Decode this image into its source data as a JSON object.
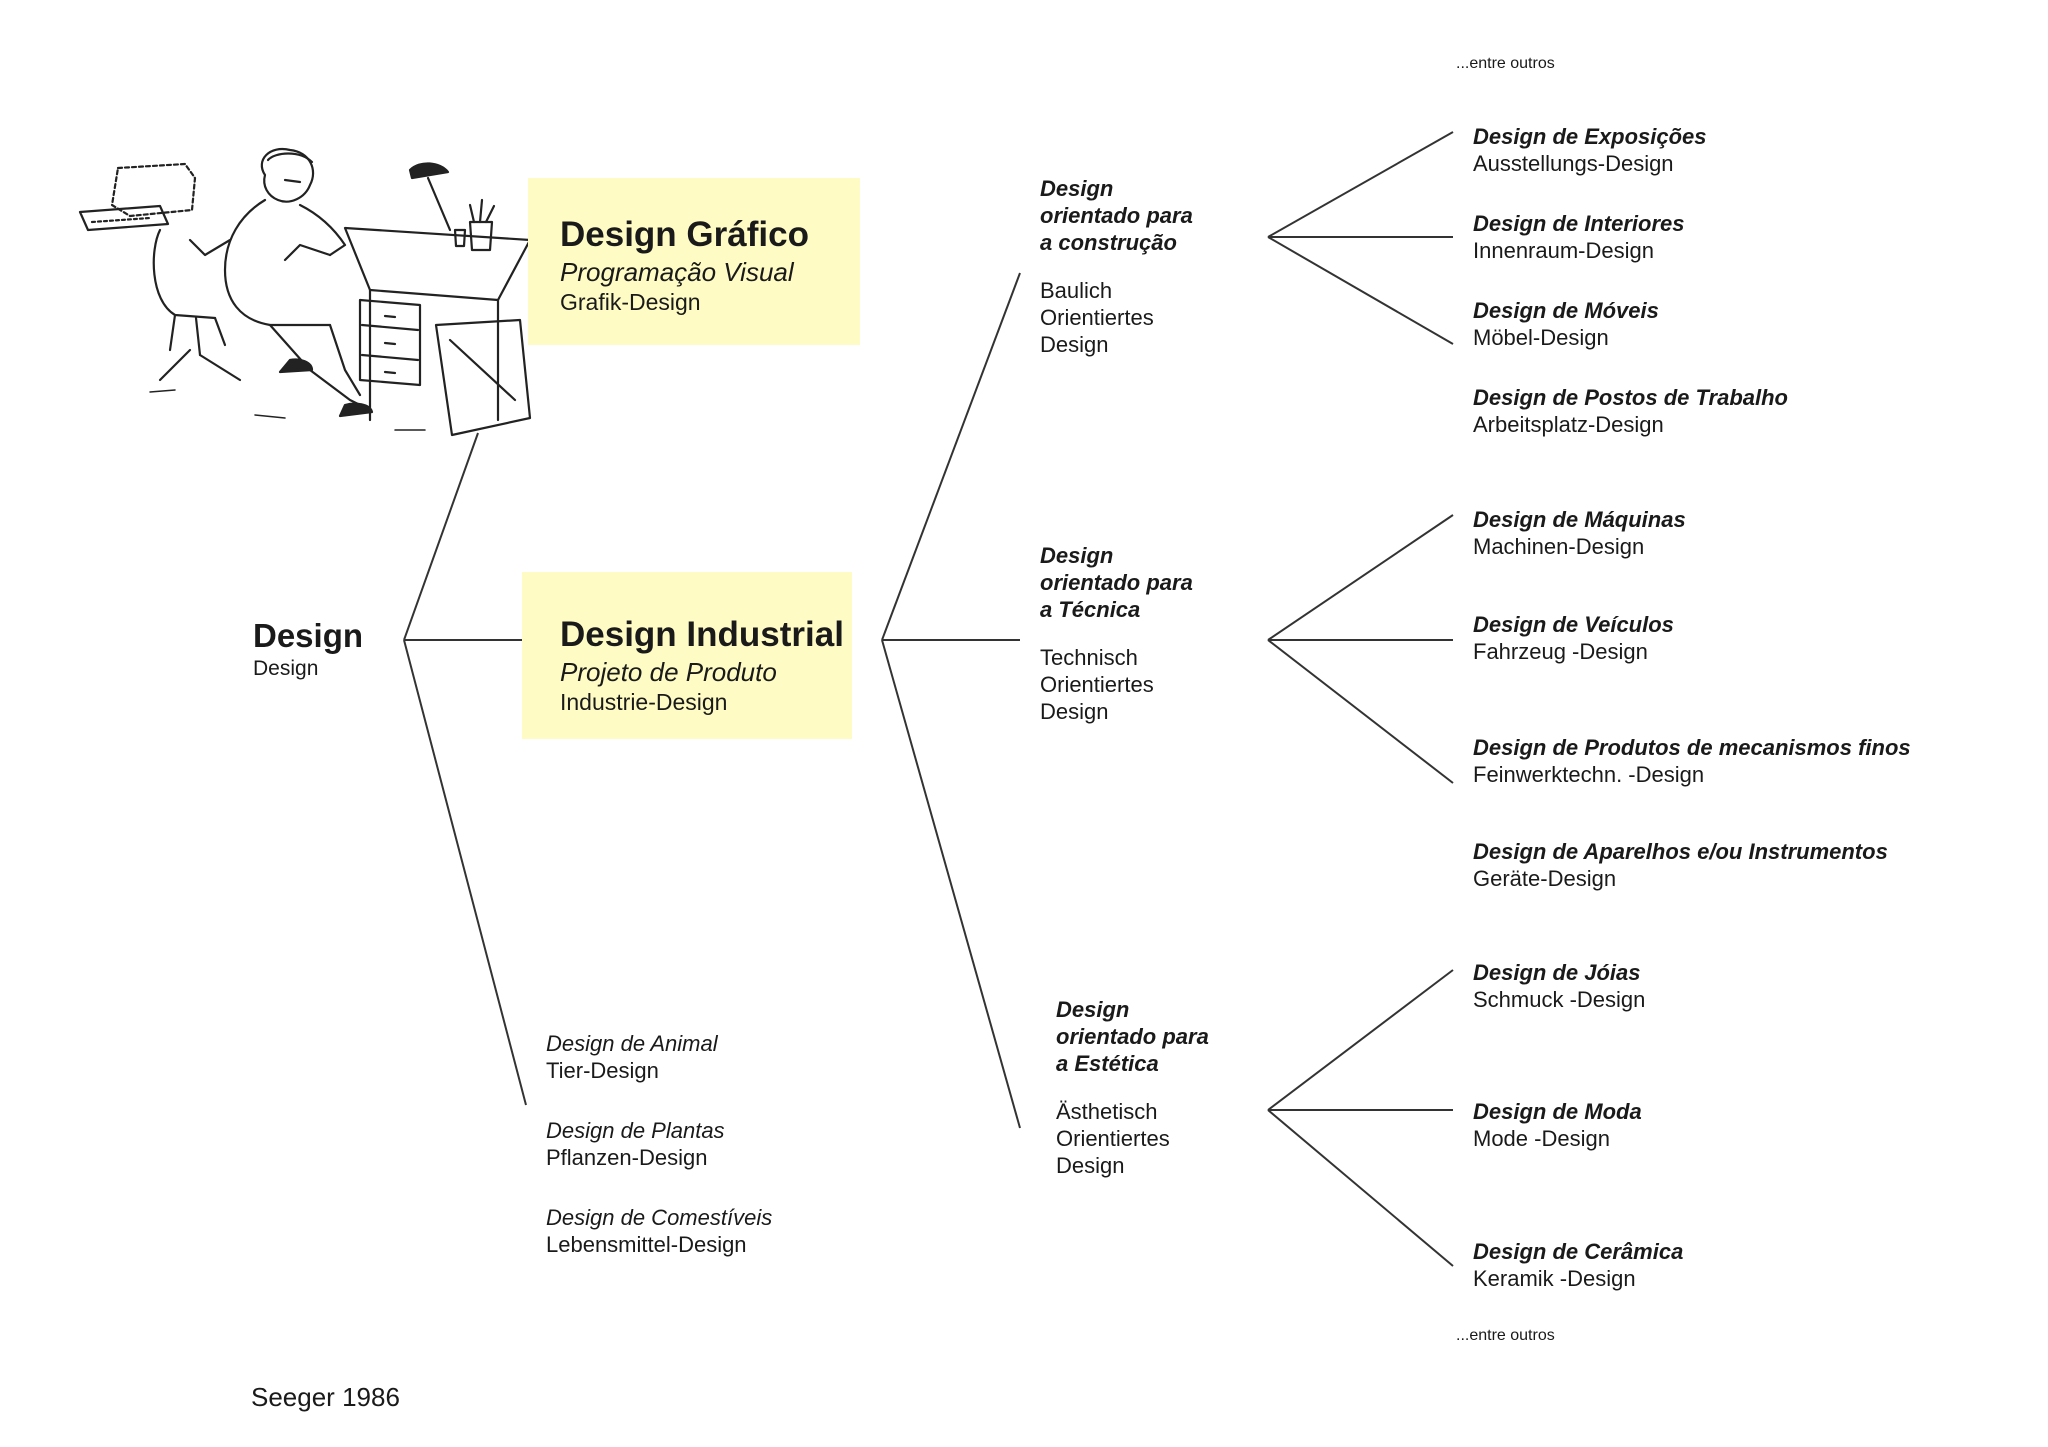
{
  "note_top": "...entre outros",
  "note_bottom": "...entre outros",
  "root": {
    "title": "Design",
    "subtitle": "Design"
  },
  "grafico": {
    "title": "Design Gráfico",
    "italic": "Programação Visual",
    "german": "Grafik-Design"
  },
  "industrial": {
    "title": "Design Industrial",
    "italic": "Projeto de Produto",
    "german": "Industrie-Design"
  },
  "orient": [
    {
      "l1": "Design",
      "l2": "orientado para",
      "l3": "a construção",
      "g1": "Baulich",
      "g2": "Orientiertes",
      "g3": "Design"
    },
    {
      "l1": "Design",
      "l2": "orientado para",
      "l3": "a Técnica",
      "g1": "Technisch",
      "g2": "Orientiertes",
      "g3": "Design"
    },
    {
      "l1": "Design",
      "l2": "orientado para",
      "l3": "a Estética",
      "g1": "Ästhetisch",
      "g2": "Orientiertes",
      "g3": "Design"
    }
  ],
  "leaves": [
    {
      "name": "Design de Exposições",
      "german": "Ausstellungs-Design"
    },
    {
      "name": "Design de Interiores",
      "german": "Innenraum-Design"
    },
    {
      "name": "Design de Móveis",
      "german": "Möbel-Design"
    },
    {
      "name": "Design de Postos de Trabalho",
      "german": "Arbeitsplatz-Design"
    },
    {
      "name": "Design de Máquinas",
      "german": "Machinen-Design"
    },
    {
      "name": "Design de Veículos",
      "german": "Fahrzeug -Design"
    },
    {
      "name": "Design de Produtos de mecanismos finos",
      "german": "Feinwerktechn. -Design"
    },
    {
      "name": "Design de Aparelhos e/ou Instrumentos",
      "german": "Geräte-Design"
    },
    {
      "name": "Design de Jóias",
      "german": "Schmuck -Design"
    },
    {
      "name": "Design de Moda",
      "german": "Mode -Design"
    },
    {
      "name": "Design de Cerâmica",
      "german": "Keramik -Design"
    }
  ],
  "misc": [
    {
      "name": "Design de Animal",
      "german": "Tier-Design"
    },
    {
      "name": "Design de Plantas",
      "german": "Pflanzen-Design"
    },
    {
      "name": "Design de Comestíveis",
      "german": "Lebensmittel-Design"
    }
  ],
  "credit": "Seeger 1986",
  "colors": {
    "highlight": "#fefcc4",
    "line": "#333333"
  }
}
